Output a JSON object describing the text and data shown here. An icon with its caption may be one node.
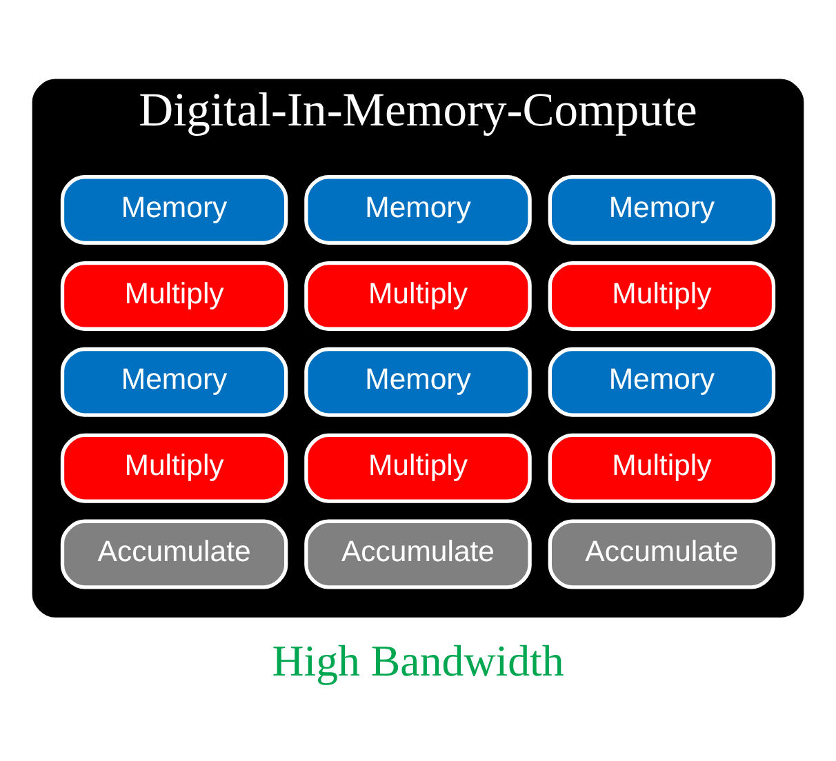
{
  "diagram": {
    "nodes": [
      {
        "text": [
          "Digital-In-Memory-Compute"
        ]
      },
      {
        "text": [
          "Memory"
        ],
        "in": 0
      },
      {
        "text": [
          "Memory"
        ],
        "in": 0
      },
      {
        "text": [
          "Memory"
        ],
        "in": 0
      },
      {
        "text": [
          "Multiply"
        ],
        "in": 0
      },
      {
        "text": [
          "Multiply"
        ],
        "in": 0
      },
      {
        "text": [
          "Multiply"
        ],
        "in": 0
      },
      {
        "text": [
          "Memory"
        ],
        "in": 0
      },
      {
        "text": [
          "Memory"
        ],
        "in": 0
      },
      {
        "text": [
          "Memory"
        ],
        "in": 0
      },
      {
        "text": [
          "Multiply"
        ],
        "in": 0
      },
      {
        "text": [
          "Multiply"
        ],
        "in": 0
      },
      {
        "text": [
          "Multiply"
        ],
        "in": 0
      },
      {
        "text": [
          "Accumulate"
        ],
        "in": 0
      },
      {
        "text": [
          "Accumulate"
        ],
        "in": 0
      },
      {
        "text": [
          "Accumulate"
        ],
        "in": 0
      }
    ],
    "edges": [],
    "labels": [
      "High Bandwidth"
    ]
  }
}
